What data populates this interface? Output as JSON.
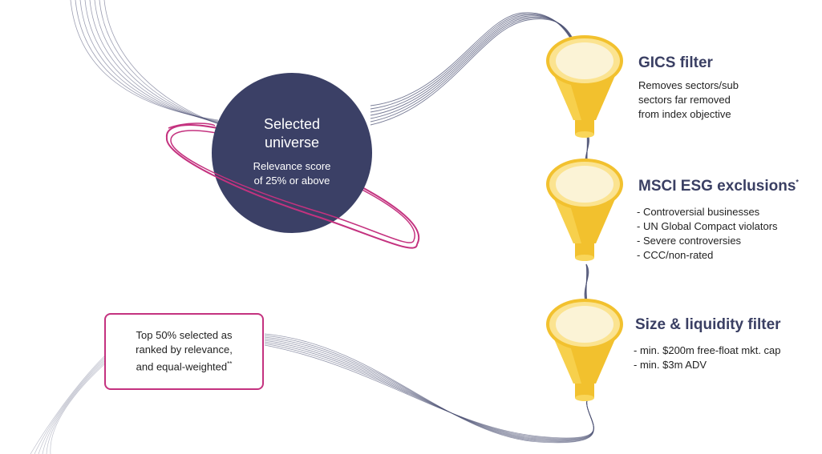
{
  "universe": {
    "title_line1": "Selected",
    "title_line2": "universe",
    "subtitle_line1": "Relevance score",
    "subtitle_line2": "of 25% or above"
  },
  "filters": [
    {
      "title": "GICS filter",
      "title_mark": "",
      "lines": [
        "Removes sectors/sub",
        "sectors far removed",
        "from index objective"
      ]
    },
    {
      "title": "MSCI ESG exclusions",
      "title_mark": "*",
      "lines": [
        "- Controversial businesses",
        "- UN Global Compact violators",
        "- Severe controversies",
        "- CCC/non-rated"
      ]
    },
    {
      "title": "Size & liquidity filter",
      "title_mark": "",
      "lines": [
        "- min. $200m free-float mkt. cap",
        "- min. $3m ADV"
      ]
    }
  ],
  "result_box": {
    "line1": "Top 50% selected as",
    "line2": "ranked by relevance,",
    "line3": "and equal-weighted",
    "mark": "**"
  },
  "colors": {
    "sphere": "#3b4066",
    "ring": "#c4327f",
    "funnel": "#f2c12e",
    "funnel_light": "#f9d65a",
    "funnel_rim": "#fbe390",
    "funnel_inner": "#fbf3d6",
    "strands": "#4a4f72",
    "title": "#3a3f63"
  }
}
